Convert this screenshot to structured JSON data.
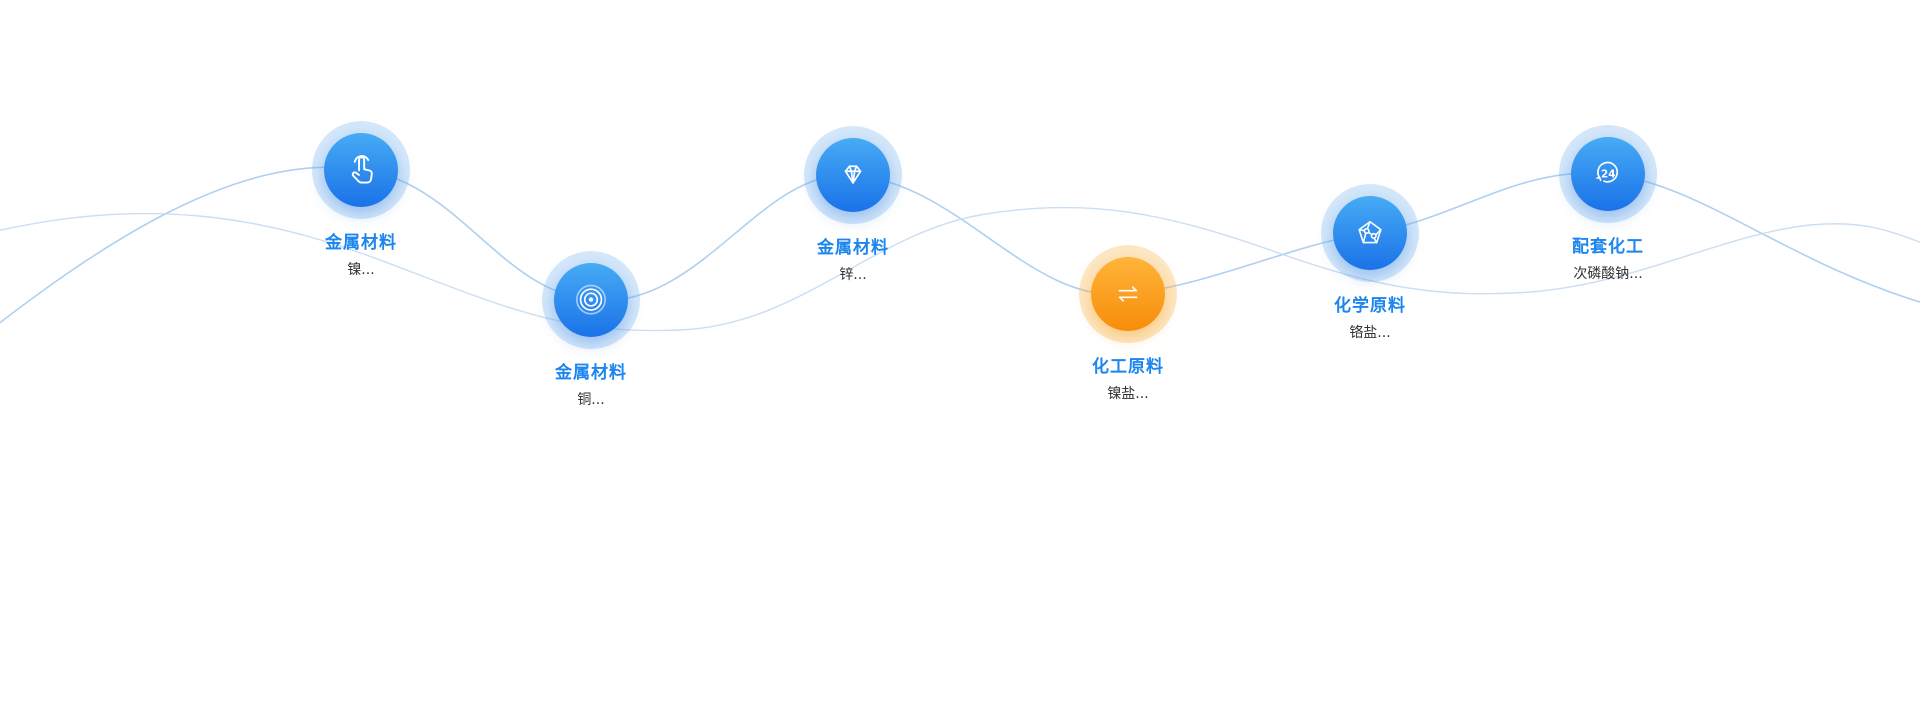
{
  "section": {
    "background": "#ffffff"
  },
  "decor": {
    "wave_primary_color": "#7ab0e4",
    "wave_secondary_color": "#c5daf1"
  },
  "colors": {
    "node_title": "#1c86ee",
    "node_subtitle": "#333333",
    "blue_gradient_start": "#47abf5",
    "blue_gradient_end": "#1a72e8",
    "orange_gradient_start": "#ffb43a",
    "orange_gradient_end": "#f78d0a"
  },
  "icons": {
    "clock_label": "24"
  },
  "nodes": [
    {
      "icon": "tap-icon",
      "theme": "blue",
      "title": "金属材料",
      "subtitle": "镍..."
    },
    {
      "icon": "radar-icon",
      "theme": "blue",
      "title": "金属材料",
      "subtitle": "铜..."
    },
    {
      "icon": "diamond-icon",
      "theme": "blue",
      "title": "金属材料",
      "subtitle": "锌..."
    },
    {
      "icon": "exchange-arrows-icon",
      "theme": "orange",
      "title": "化工原料",
      "subtitle": "镍盐..."
    },
    {
      "icon": "molecule-pentagon-icon",
      "theme": "blue",
      "title": "化学原料",
      "subtitle": "铬盐..."
    },
    {
      "icon": "clock-24-icon",
      "theme": "blue",
      "title": "配套化工",
      "subtitle": "次磷酸钠..."
    }
  ]
}
